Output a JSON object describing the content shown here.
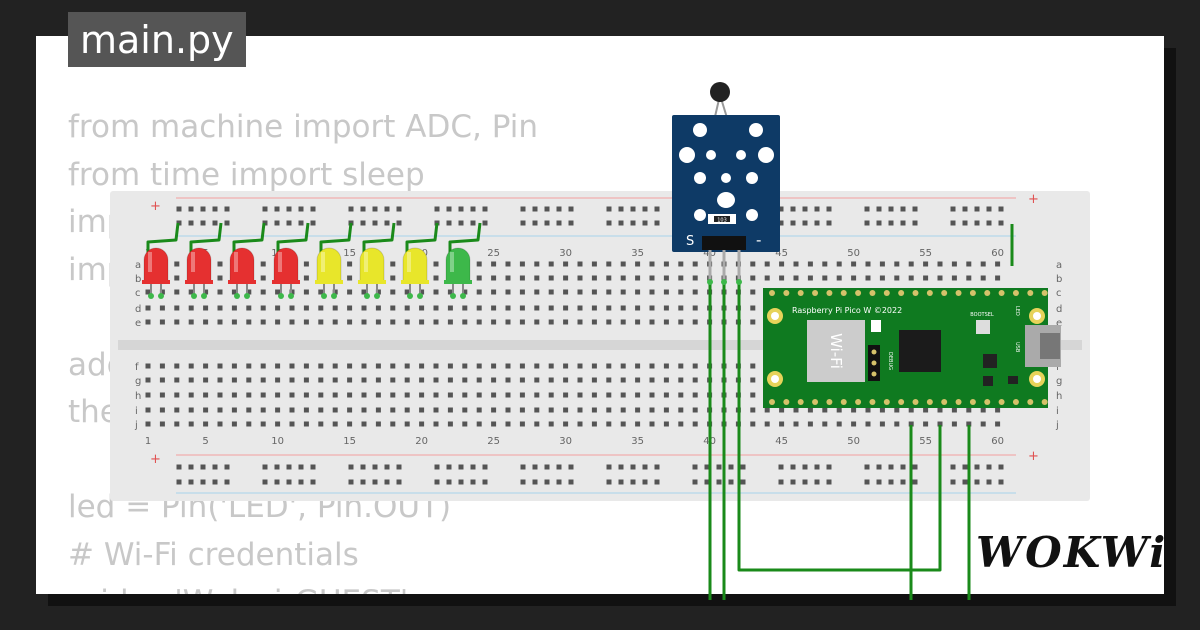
{
  "editor": {
    "filename": "main.py",
    "code_lines": [
      "from machine import ADC, Pin",
      "from time import sleep",
      "import",
      "import",
      "",
      "adc",
      "the",
      "",
      "led = Pin('LED', Pin.OUT)",
      "# Wi-Fi credentials",
      "ssid = 'Wokwi-GUEST'"
    ]
  },
  "breadboard": {
    "column_numbers": [
      "1",
      "5",
      "10",
      "15",
      "20",
      "25",
      "30",
      "35",
      "40",
      "45",
      "50",
      "55",
      "60"
    ],
    "rows_top": [
      "a",
      "b",
      "c",
      "d",
      "e"
    ],
    "rows_bottom": [
      "f",
      "g",
      "h",
      "i",
      "j"
    ],
    "plus_label": "+",
    "body_color": "#e9e9e9",
    "rail_red": "#f2a0a0",
    "rail_blue": "#a8d4ec"
  },
  "leds": [
    {
      "color": "red",
      "hex": "#e53030"
    },
    {
      "color": "red",
      "hex": "#e53030"
    },
    {
      "color": "red",
      "hex": "#e53030"
    },
    {
      "color": "red",
      "hex": "#e53030"
    },
    {
      "color": "yellow",
      "hex": "#e8e62a"
    },
    {
      "color": "yellow",
      "hex": "#e8e62a"
    },
    {
      "color": "yellow",
      "hex": "#e8e62a"
    },
    {
      "color": "green",
      "hex": "#3db84a"
    }
  ],
  "sensor_module": {
    "pin_s": "S",
    "pin_minus": "-",
    "resistor_code": "103",
    "board_color": "#0e3a66"
  },
  "pico": {
    "title": "Raspberry Pi Pico W ©2022",
    "wifi_label": "Wi-Fi",
    "bootsel_label": "BOOTSEL",
    "debug_label": "DEBUG",
    "led_label": "LED",
    "usb_label": "USB",
    "board_color": "#0f7a20"
  },
  "wire_color": "#1a8a1a",
  "logo_text": "WOKWi"
}
